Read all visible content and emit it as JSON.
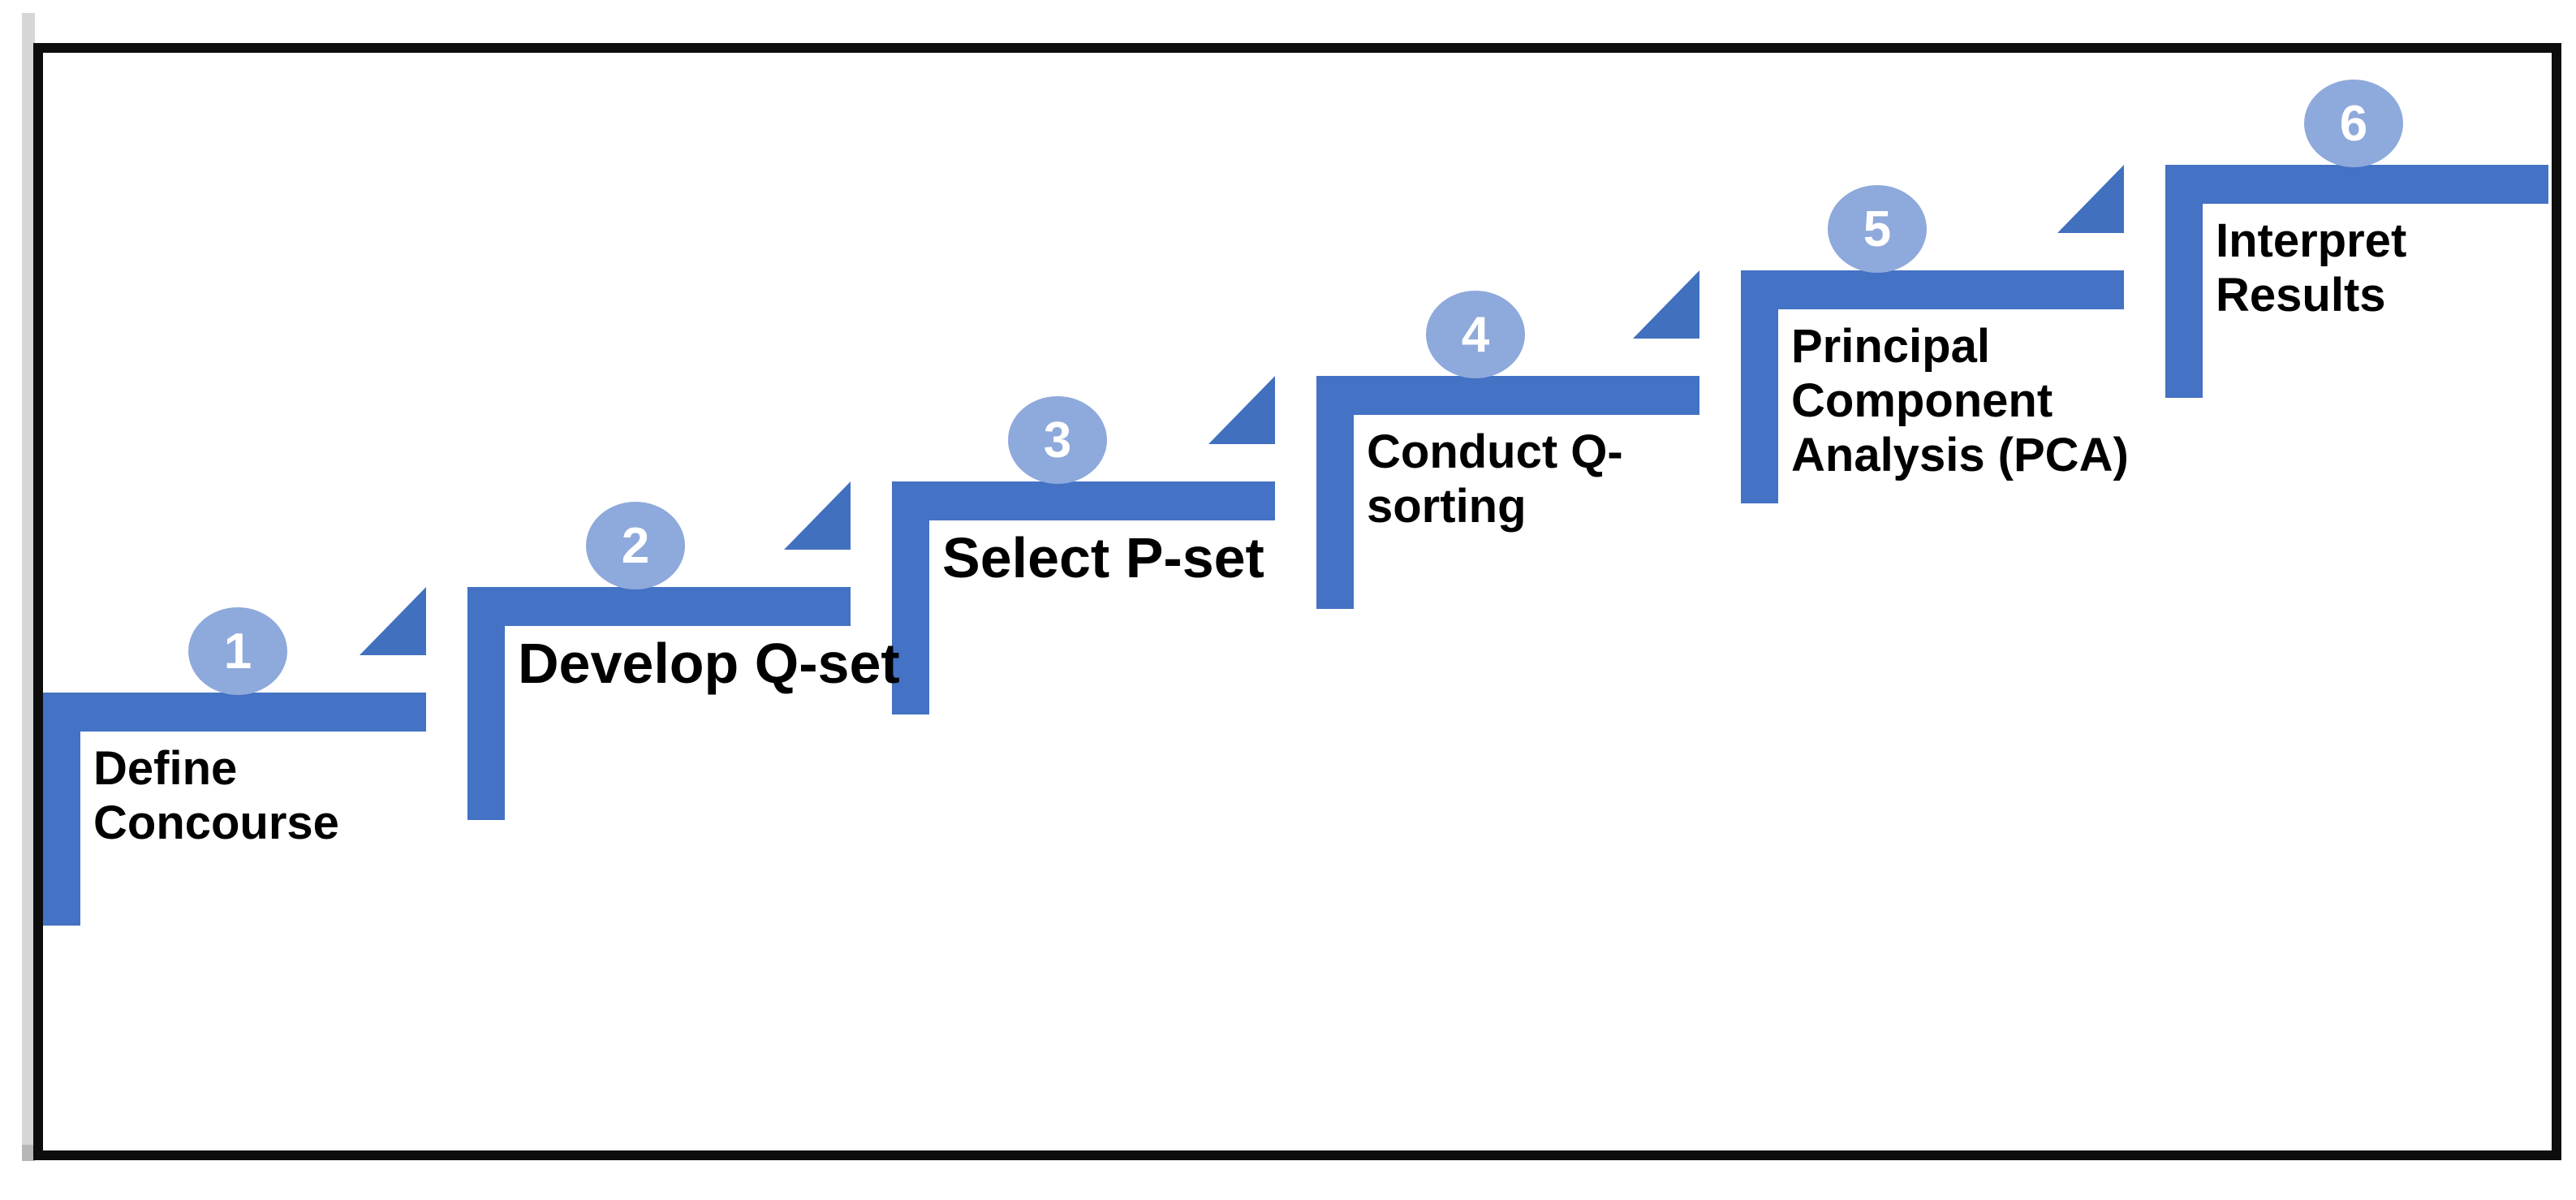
{
  "diagram": {
    "steps": [
      {
        "number": "1",
        "label": "Define\nConcourse"
      },
      {
        "number": "2",
        "label": "Develop Q-set"
      },
      {
        "number": "3",
        "label": "Select P-set"
      },
      {
        "number": "4",
        "label": "Conduct Q-\nsorting"
      },
      {
        "number": "5",
        "label": "Principal\nComponent\nAnalysis (PCA)"
      },
      {
        "number": "6",
        "label": "Interpret\nResults"
      }
    ],
    "colors": {
      "bar": "#4472C4",
      "triangle": "#4170BF",
      "badge_fill": "#8EA9DB",
      "badge_text": "#FFFFFF",
      "label_text": "#000000",
      "frame_border": "#0D0D0D",
      "background": "#FFFFFF",
      "edge_strip": "#D6D6D6",
      "edge_strip_cap": "#B7B7B7"
    }
  }
}
